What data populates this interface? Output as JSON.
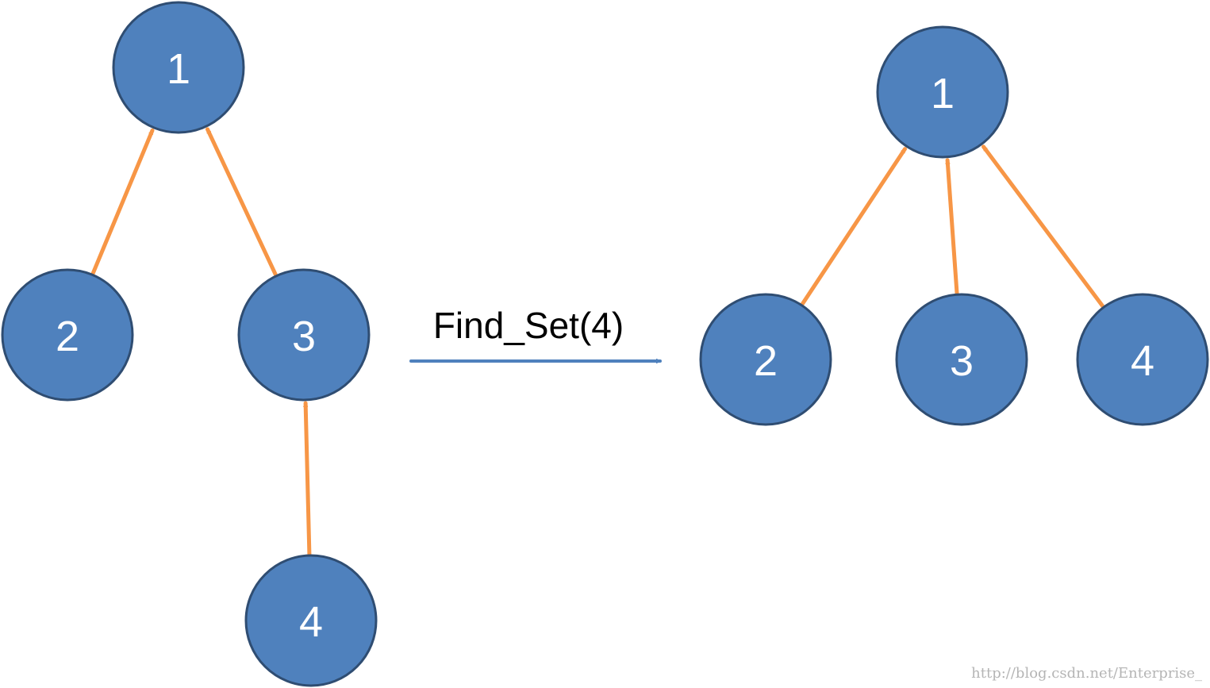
{
  "colors": {
    "node_fill": "#4f81bd",
    "node_stroke": "#2f4d72",
    "edge": "#f79646",
    "transform_arrow": "#4f81bd",
    "label_text": "#ffffff"
  },
  "before_tree": {
    "nodes": [
      {
        "id": "b1",
        "label": "1"
      },
      {
        "id": "b2",
        "label": "2"
      },
      {
        "id": "b3",
        "label": "3"
      },
      {
        "id": "b4",
        "label": "4"
      }
    ],
    "edges": [
      {
        "from": "b2",
        "to": "b1"
      },
      {
        "from": "b3",
        "to": "b1"
      },
      {
        "from": "b4",
        "to": "b3"
      }
    ]
  },
  "operation": {
    "label": "Find_Set(4)"
  },
  "after_tree": {
    "nodes": [
      {
        "id": "a1",
        "label": "1"
      },
      {
        "id": "a2",
        "label": "2"
      },
      {
        "id": "a3",
        "label": "3"
      },
      {
        "id": "a4",
        "label": "4"
      }
    ],
    "edges": [
      {
        "from": "a2",
        "to": "a1"
      },
      {
        "from": "a3",
        "to": "a1"
      },
      {
        "from": "a4",
        "to": "a1"
      }
    ]
  },
  "watermark": {
    "text": "http://blog.csdn.net/Enterprise_"
  }
}
